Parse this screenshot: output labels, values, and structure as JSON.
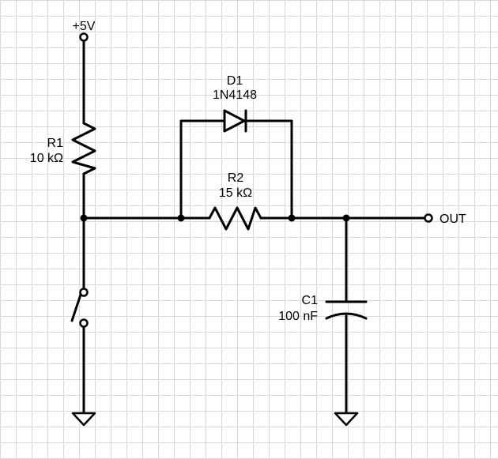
{
  "colors": {
    "background": "#ffffff",
    "grid": "#d9d9d9",
    "wire": "#000000"
  },
  "supply": {
    "label": "+5V"
  },
  "r1": {
    "ref": "R1",
    "value": "10 kΩ"
  },
  "d1": {
    "ref": "D1",
    "value": "1N4148"
  },
  "r2": {
    "ref": "R2",
    "value": "15 kΩ"
  },
  "c1": {
    "ref": "C1",
    "value": "100 nF"
  },
  "output": {
    "label": "OUT"
  },
  "components": [
    "supply-terminal",
    "resistor-r1",
    "switch",
    "ground",
    "diode-d1",
    "resistor-r2",
    "capacitor-c1",
    "ground",
    "output-terminal"
  ]
}
